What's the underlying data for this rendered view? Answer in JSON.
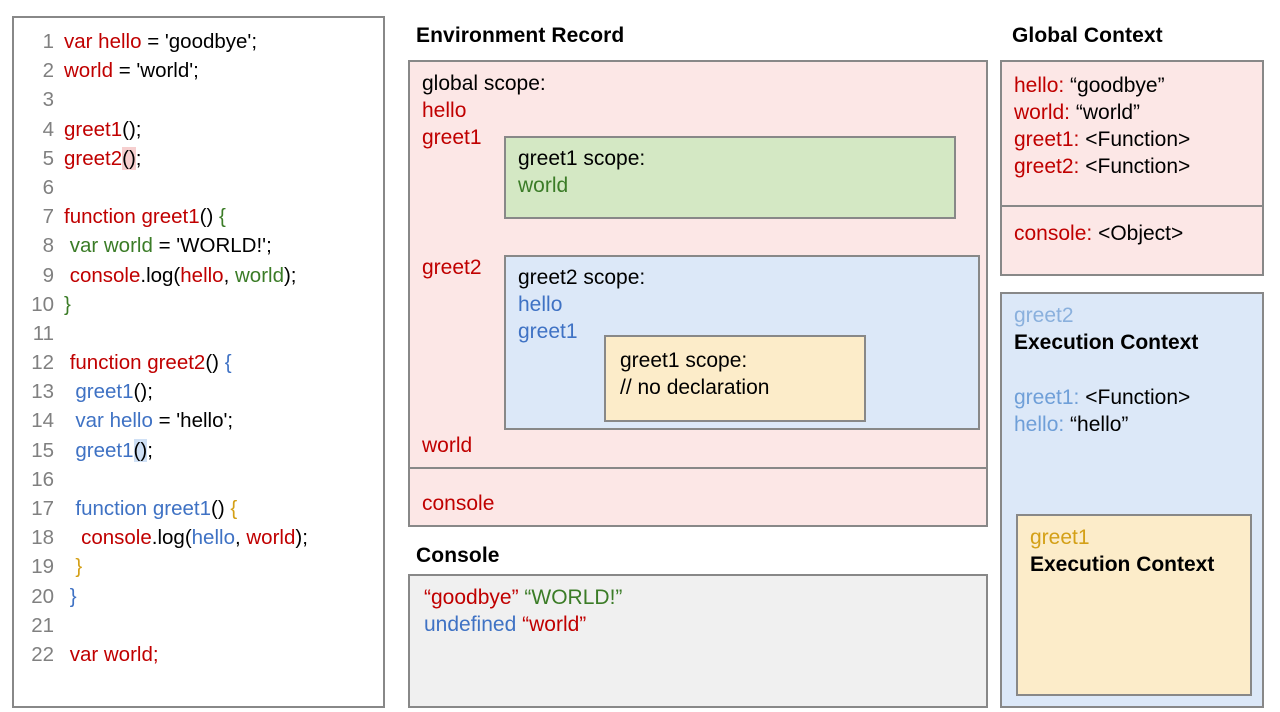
{
  "code_panel": {
    "lines": [
      {
        "n": "1",
        "tokens": [
          {
            "t": "var hello",
            "c": "red"
          },
          {
            "t": " = 'goodbye';",
            "c": "black"
          }
        ]
      },
      {
        "n": "2",
        "tokens": [
          {
            "t": "world",
            "c": "red"
          },
          {
            "t": " = 'world';",
            "c": "black"
          }
        ]
      },
      {
        "n": "3",
        "tokens": []
      },
      {
        "n": "4",
        "tokens": [
          {
            "t": "greet1",
            "c": "red"
          },
          {
            "t": "();",
            "c": "black"
          }
        ]
      },
      {
        "n": "5",
        "tokens": [
          {
            "t": "greet2",
            "c": "red"
          },
          {
            "t": "()",
            "c": "black",
            "hl": "red"
          },
          {
            "t": ";",
            "c": "black"
          }
        ]
      },
      {
        "n": "6",
        "tokens": []
      },
      {
        "n": "7",
        "tokens": [
          {
            "t": "function greet1",
            "c": "red"
          },
          {
            "t": "() ",
            "c": "black"
          },
          {
            "t": "{",
            "c": "green"
          }
        ]
      },
      {
        "n": "8",
        "tokens": [
          {
            "t": " ",
            "c": "black"
          },
          {
            "t": "var world",
            "c": "green"
          },
          {
            "t": " = 'WORLD!';",
            "c": "black"
          }
        ]
      },
      {
        "n": "9",
        "tokens": [
          {
            "t": " ",
            "c": "black"
          },
          {
            "t": "console",
            "c": "red"
          },
          {
            "t": ".log(",
            "c": "black"
          },
          {
            "t": "hello",
            "c": "red"
          },
          {
            "t": ", ",
            "c": "black"
          },
          {
            "t": "world",
            "c": "green"
          },
          {
            "t": ");",
            "c": "black"
          }
        ]
      },
      {
        "n": "10",
        "tokens": [
          {
            "t": "}",
            "c": "green"
          }
        ]
      },
      {
        "n": "11",
        "tokens": []
      },
      {
        "n": "12",
        "tokens": [
          {
            "t": " ",
            "c": "black"
          },
          {
            "t": "function greet2",
            "c": "red"
          },
          {
            "t": "() ",
            "c": "black"
          },
          {
            "t": "{",
            "c": "blue"
          }
        ]
      },
      {
        "n": "13",
        "tokens": [
          {
            "t": "  ",
            "c": "black"
          },
          {
            "t": "greet1",
            "c": "blue"
          },
          {
            "t": "();",
            "c": "black"
          }
        ]
      },
      {
        "n": "14",
        "tokens": [
          {
            "t": "  ",
            "c": "black"
          },
          {
            "t": "var hello",
            "c": "blue"
          },
          {
            "t": " = 'hello';",
            "c": "black"
          }
        ]
      },
      {
        "n": "15",
        "tokens": [
          {
            "t": "  ",
            "c": "black"
          },
          {
            "t": "greet1",
            "c": "blue"
          },
          {
            "t": "()",
            "c": "black",
            "hl": "blue"
          },
          {
            "t": ";",
            "c": "black"
          }
        ]
      },
      {
        "n": "16",
        "tokens": []
      },
      {
        "n": "17",
        "tokens": [
          {
            "t": "  ",
            "c": "black"
          },
          {
            "t": "function greet1",
            "c": "blue"
          },
          {
            "t": "() ",
            "c": "black"
          },
          {
            "t": "{",
            "c": "gold"
          }
        ]
      },
      {
        "n": "18",
        "tokens": [
          {
            "t": "   ",
            "c": "black"
          },
          {
            "t": "console",
            "c": "red"
          },
          {
            "t": ".log(",
            "c": "black"
          },
          {
            "t": "hello",
            "c": "blue"
          },
          {
            "t": ", ",
            "c": "black"
          },
          {
            "t": "world",
            "c": "red"
          },
          {
            "t": ");",
            "c": "black"
          }
        ]
      },
      {
        "n": "19",
        "tokens": [
          {
            "t": "  ",
            "c": "black"
          },
          {
            "t": "}",
            "c": "gold"
          }
        ]
      },
      {
        "n": "20",
        "tokens": [
          {
            "t": " ",
            "c": "black"
          },
          {
            "t": "}",
            "c": "blue"
          }
        ]
      },
      {
        "n": "21",
        "tokens": []
      },
      {
        "n": "22",
        "tokens": [
          {
            "t": " ",
            "c": "black"
          },
          {
            "t": "var world;",
            "c": "red"
          }
        ]
      }
    ]
  },
  "environment_record": {
    "title": "Environment Record",
    "global_scope_label": "global scope:",
    "globals_before": [
      "hello",
      "greet1",
      "greet2"
    ],
    "hello_label": "hello",
    "greet1_label": "greet1",
    "greet2_label": "greet2",
    "world_label": "world",
    "console_label": "console",
    "greet1_scope": {
      "title": "greet1 scope:",
      "items": [
        "world"
      ]
    },
    "greet2_scope": {
      "title": "greet2 scope:",
      "items": [
        "hello",
        "greet1"
      ],
      "inner_greet1_scope": {
        "title": "greet1 scope:",
        "note": "// no declaration"
      }
    }
  },
  "console": {
    "title": "Console",
    "lines": [
      [
        {
          "t": "“goodbye”",
          "c": "red"
        },
        {
          "t": " ",
          "c": "black"
        },
        {
          "t": "“WORLD!”",
          "c": "green"
        }
      ],
      [
        {
          "t": "undefined",
          "c": "blue"
        },
        {
          "t": " ",
          "c": "black"
        },
        {
          "t": "“world”",
          "c": "red"
        }
      ]
    ]
  },
  "global_context": {
    "title": "Global Context",
    "rows": [
      {
        "key": "hello:",
        "value": "“goodbye”"
      },
      {
        "key": "world:",
        "value": "“world”"
      },
      {
        "key": "greet1:",
        "value": "<Function>"
      },
      {
        "key": "greet2:",
        "value": "<Function>"
      }
    ],
    "console_row": {
      "key": "console:",
      "value": "<Object>"
    }
  },
  "greet2_execution_context": {
    "name": "greet2",
    "heading": "Execution Context",
    "rows": [
      {
        "key": "greet1:",
        "value": "<Function>"
      },
      {
        "key": "hello:",
        "value": "“hello”"
      }
    ],
    "greet1_execution_context": {
      "name": "greet1",
      "heading": "Execution Context"
    }
  },
  "colors": {
    "red": "#c00000",
    "green": "#3b7c27",
    "blue": "#3f72c4",
    "gold": "#d4a017",
    "pink_bg": "#fce7e6",
    "green_bg": "#d4e8c4",
    "blue_bg": "#dce8f8",
    "yellow_bg": "#fcecc9",
    "console_bg": "#f0f0f0",
    "border": "#888888"
  }
}
